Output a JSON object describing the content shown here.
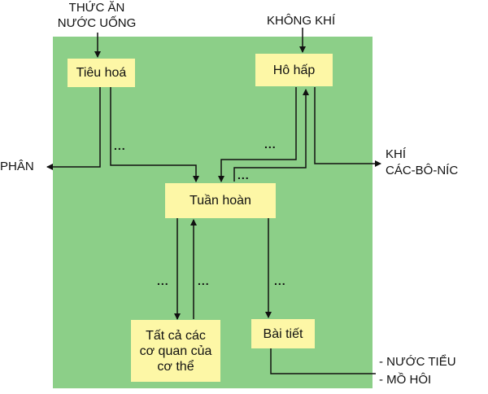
{
  "inputs": {
    "food": "THỨC ĂN\nNƯỚC UỐNG",
    "air": "KHÔNG KHÍ"
  },
  "outputs": {
    "feces": "PHÂN",
    "co2": "KHÍ\nCÁC-BÔ-NÍC",
    "urine": "- NƯỚC TIỂU",
    "sweat": "- MỒ HÔI"
  },
  "boxes": {
    "digestion": "Tiêu hoá",
    "respiration": "Hô hấp",
    "circulation": "Tuần hoàn",
    "organs": "Tất cả các\ncơ quan của\ncơ thể",
    "excretion": "Bài tiết"
  },
  "blank_marker": "...",
  "colors": {
    "panel": "#8ccf88",
    "box": "#fdf7a6",
    "line": "#111111"
  }
}
